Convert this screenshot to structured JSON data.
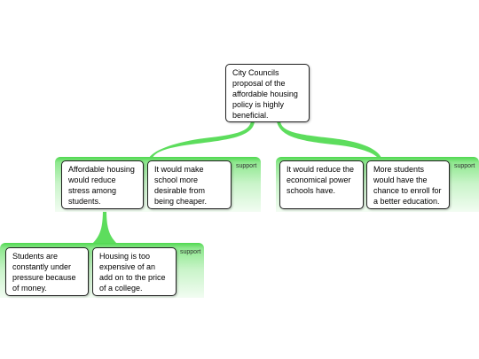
{
  "root": {
    "text": "City Councils\nproposal of the\naffordable housing\npolicy is highly\nbeneficial."
  },
  "groups": {
    "left": {
      "label": "support",
      "node_a": "Affordable housing\nwould reduce\nstress among\nstudents.",
      "node_b": "It would make\nschool more\ndesirable from\nbeing cheaper."
    },
    "right": {
      "label": "support",
      "node_a": "It would reduce the\neconomical power\nschools have.",
      "node_b": "More students\nwould have the\nchance to enroll for\na better education."
    },
    "sub": {
      "label": "support",
      "node_a": "Students are\nconstantly under\npressure because\nof money.",
      "node_b": "Housing is too\nexpensive of an\nadd on to the price\nof a college."
    }
  },
  "colors": {
    "connector": "#5ddd5d",
    "band_top": "#4fd84f",
    "node_border": "#222222"
  }
}
